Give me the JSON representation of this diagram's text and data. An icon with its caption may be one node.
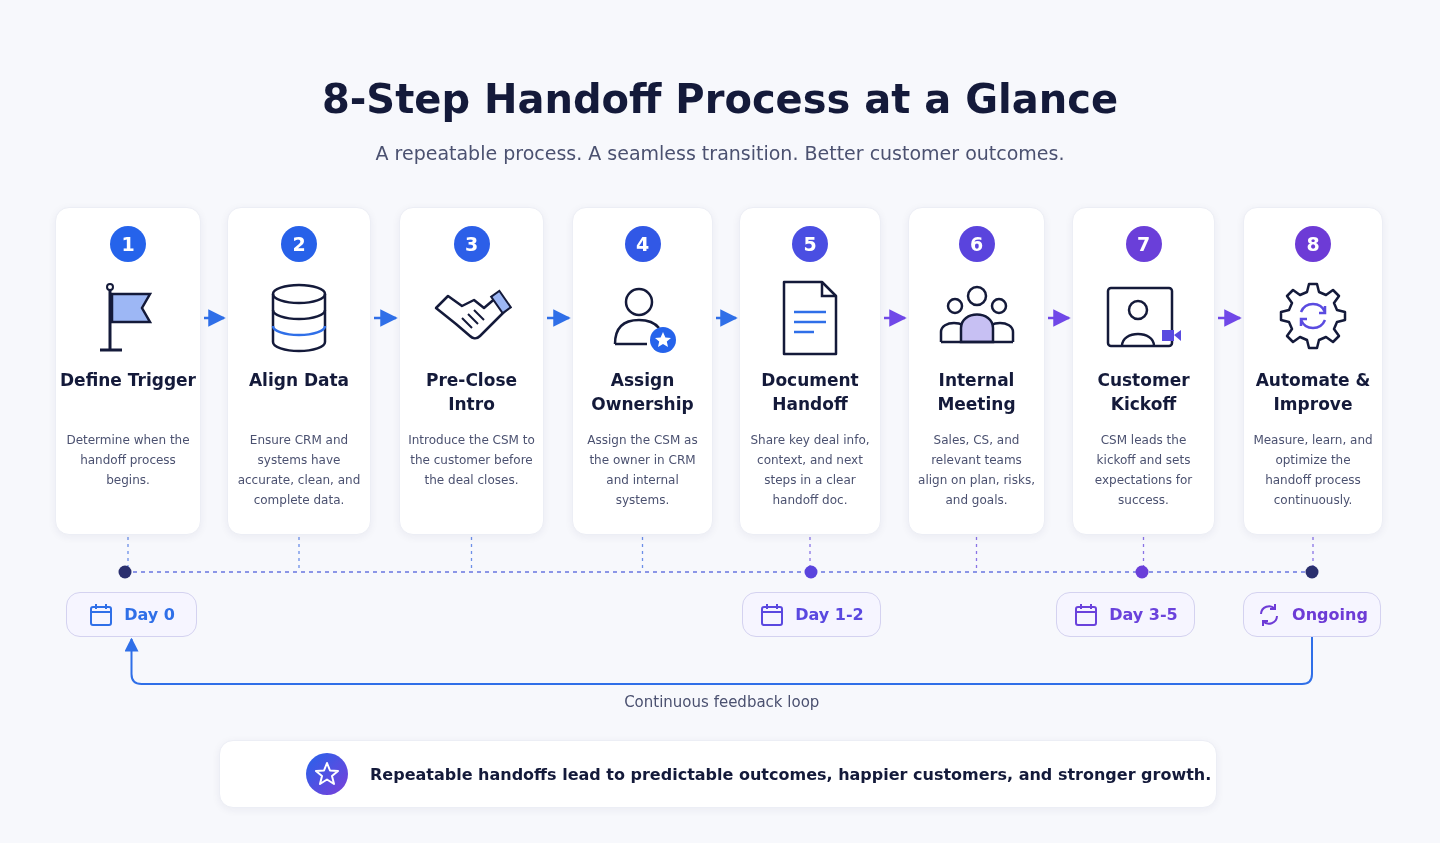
{
  "diagram": {
    "title": "8-Step Handoff Process at a Glance",
    "nodes": [
      {
        "text": [
          "1",
          "Define Trigger",
          "Determine when the handoff process begins."
        ]
      },
      {
        "text": [
          "2",
          "Align Data",
          "Ensure CRM and systems have accurate, clean, and complete data."
        ]
      },
      {
        "text": [
          "3",
          "Pre-Close Intro",
          "Introduce the CSM to the customer before the deal closes."
        ]
      },
      {
        "text": [
          "4",
          "Assign Ownership",
          "Assign the CSM as the owner in CRM and internal systems."
        ]
      },
      {
        "text": [
          "5",
          "Document Handoff",
          "Share key deal info, context, and next steps in a clear handoff doc."
        ]
      },
      {
        "text": [
          "6",
          "Internal Meeting",
          "Sales, CS, and relevant teams align on plan, risks, and goals."
        ]
      },
      {
        "text": [
          "7",
          "Customer Kickoff",
          "CSM leads the kickoff and sets expectations for success."
        ]
      },
      {
        "text": [
          "8",
          "Automate & Improve",
          "Measure, learn, and optimize the handoff process continuously."
        ]
      },
      {
        "text": [
          "Day 0"
        ]
      },
      {
        "text": [
          "Day 1-2"
        ]
      },
      {
        "text": [
          "Day 3-5"
        ]
      },
      {
        "text": [
          "Ongoing"
        ]
      },
      {
        "text": [
          "Repeatable handoffs lead to predictable outcomes, happier customers, and stronger growth."
        ]
      }
    ],
    "edges": [
      {
        "from": 0,
        "to": 1,
        "arrow": "to"
      },
      {
        "from": 1,
        "to": 2,
        "arrow": "to"
      },
      {
        "from": 2,
        "to": 3,
        "arrow": "to"
      },
      {
        "from": 3,
        "to": 4,
        "arrow": "to"
      },
      {
        "from": 4,
        "to": 5,
        "arrow": "to",
        "color": "#7048e8"
      },
      {
        "from": 5,
        "to": 6,
        "arrow": "to",
        "color": "#7048e8"
      },
      {
        "from": 6,
        "to": 7,
        "arrow": "to",
        "color": "#7048e8"
      },
      {
        "from": 11,
        "to": 8,
        "arrow": "to",
        "label": "Continuous feedback loop"
      }
    ],
    "labels": [
      "A repeatable process. A seamless transition. Better customer outcomes."
    ]
  }
}
